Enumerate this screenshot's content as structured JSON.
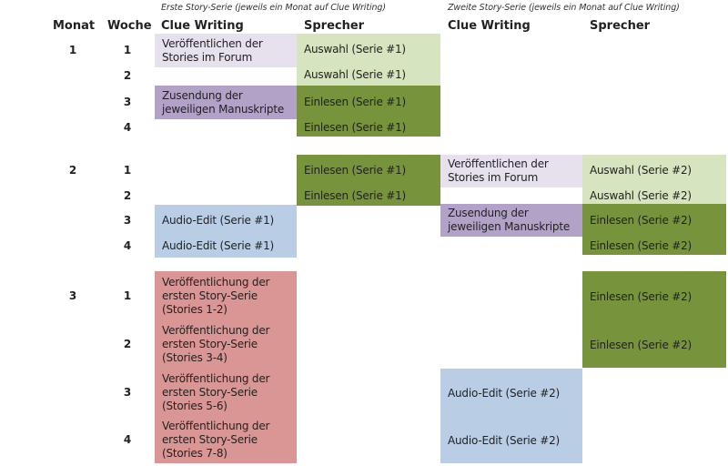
{
  "notes": {
    "series1": "Erste Story-Serie (jeweils ein Monat auf Clue Writing)",
    "series2": "Zweite Story-Serie (jeweils ein Monat auf Clue Writing)"
  },
  "headers": {
    "monat": "Monat",
    "woche": "Woche",
    "clue1": "Clue Writing",
    "sprecher1": "Sprecher",
    "clue2": "Clue Writing",
    "sprecher2": "Sprecher"
  },
  "months": [
    "1",
    "2",
    "3"
  ],
  "weeks": [
    "1",
    "2",
    "3",
    "4",
    "1",
    "2",
    "3",
    "4",
    "1",
    "2",
    "3",
    "4"
  ],
  "colors": {
    "lavender": "#e7e1ee",
    "lightgreen": "#d6e5bf",
    "purple": "#b3a2c7",
    "darkgreen": "#77933c",
    "blue": "#b9cde5",
    "red": "#d99694"
  },
  "cells": {
    "s1_clue_w1": "Veröffentlichen der\nStories im Forum",
    "s1_spk_w1": "Auswahl (Serie #1)",
    "s1_spk_w2": "Auswahl (Serie #1)",
    "s1_clue_w3": "Zusendung der\njeweiligen Manuskripte",
    "s1_spk_w3": "Einlesen (Serie #1)",
    "s1_spk_w4": "Einlesen (Serie #1)",
    "s1_spk_m2w1": "Einlesen (Serie #1)",
    "s1_spk_m2w2": "Einlesen (Serie #1)",
    "s1_audio_m2w3": "Audio-Edit (Serie #1)",
    "s1_audio_m2w4": "Audio-Edit (Serie #1)",
    "pub_m3w1": "Veröffentlichung der\nersten Story-Serie\n(Stories 1-2)",
    "pub_m3w2": "Veröffentlichung der\nersten Story-Serie\n(Stories 3-4)",
    "pub_m3w3": "Veröffentlichung der\nersten Story-Serie\n(Stories 5-6)",
    "pub_m3w4": "Veröffentlichung der\nersten Story-Serie\n(Stories 7-8)",
    "s2_clue_w1": "Veröffentlichen der\nStories im Forum",
    "s2_spk_w1": "Auswahl (Serie #2)",
    "s2_spk_w2": "Auswahl (Serie #2)",
    "s2_clue_w3": "Zusendung der\njeweiligen Manuskripte",
    "s2_spk_w3": "Einlesen (Serie #2)",
    "s2_spk_w4": "Einlesen (Serie #2)",
    "s2_spk_m3w1": "Einlesen (Serie #2)",
    "s2_spk_m3w2": "Einlesen (Serie #2)",
    "s2_audio_m3w3": "Audio-Edit (Serie #2)",
    "s2_audio_m3w4": "Audio-Edit (Serie #2)"
  }
}
